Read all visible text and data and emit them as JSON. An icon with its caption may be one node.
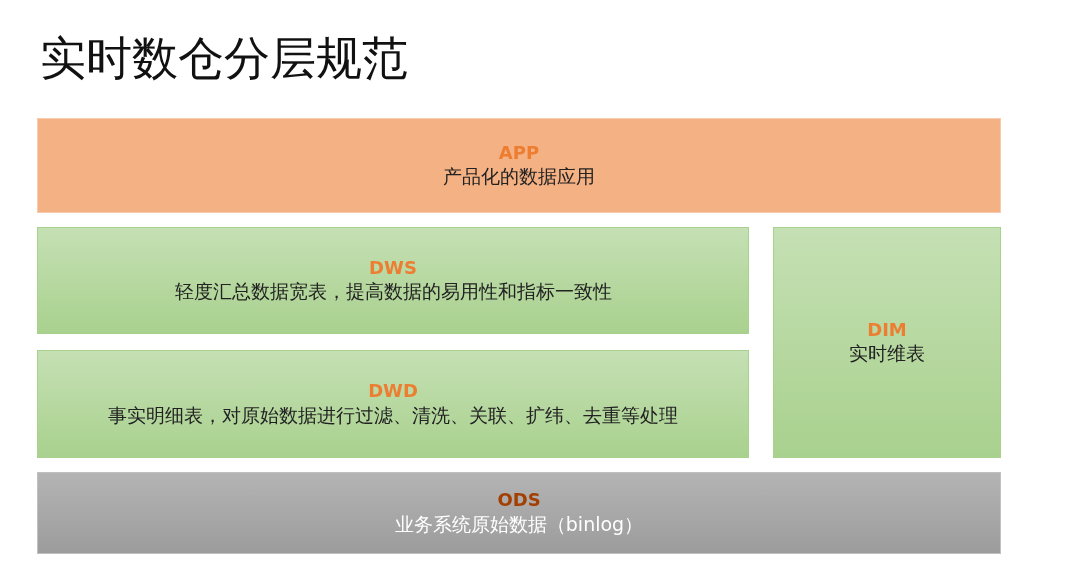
{
  "diagram": {
    "title": "实时数仓分层规范",
    "nodes": [
      {
        "text": [
          "APP",
          "产品化的数据应用"
        ]
      },
      {
        "text": [
          "DWS",
          "轻度汇总数据宽表，提高数据的易用性和指标一致性"
        ]
      },
      {
        "text": [
          "DWD",
          "事实明细表，对原始数据进行过滤、清洗、关联、扩纬、去重等处理"
        ]
      },
      {
        "text": [
          "DIM",
          "实时维表"
        ]
      },
      {
        "text": [
          "ODS",
          "业务系统原始数据（binlog）"
        ]
      }
    ]
  }
}
